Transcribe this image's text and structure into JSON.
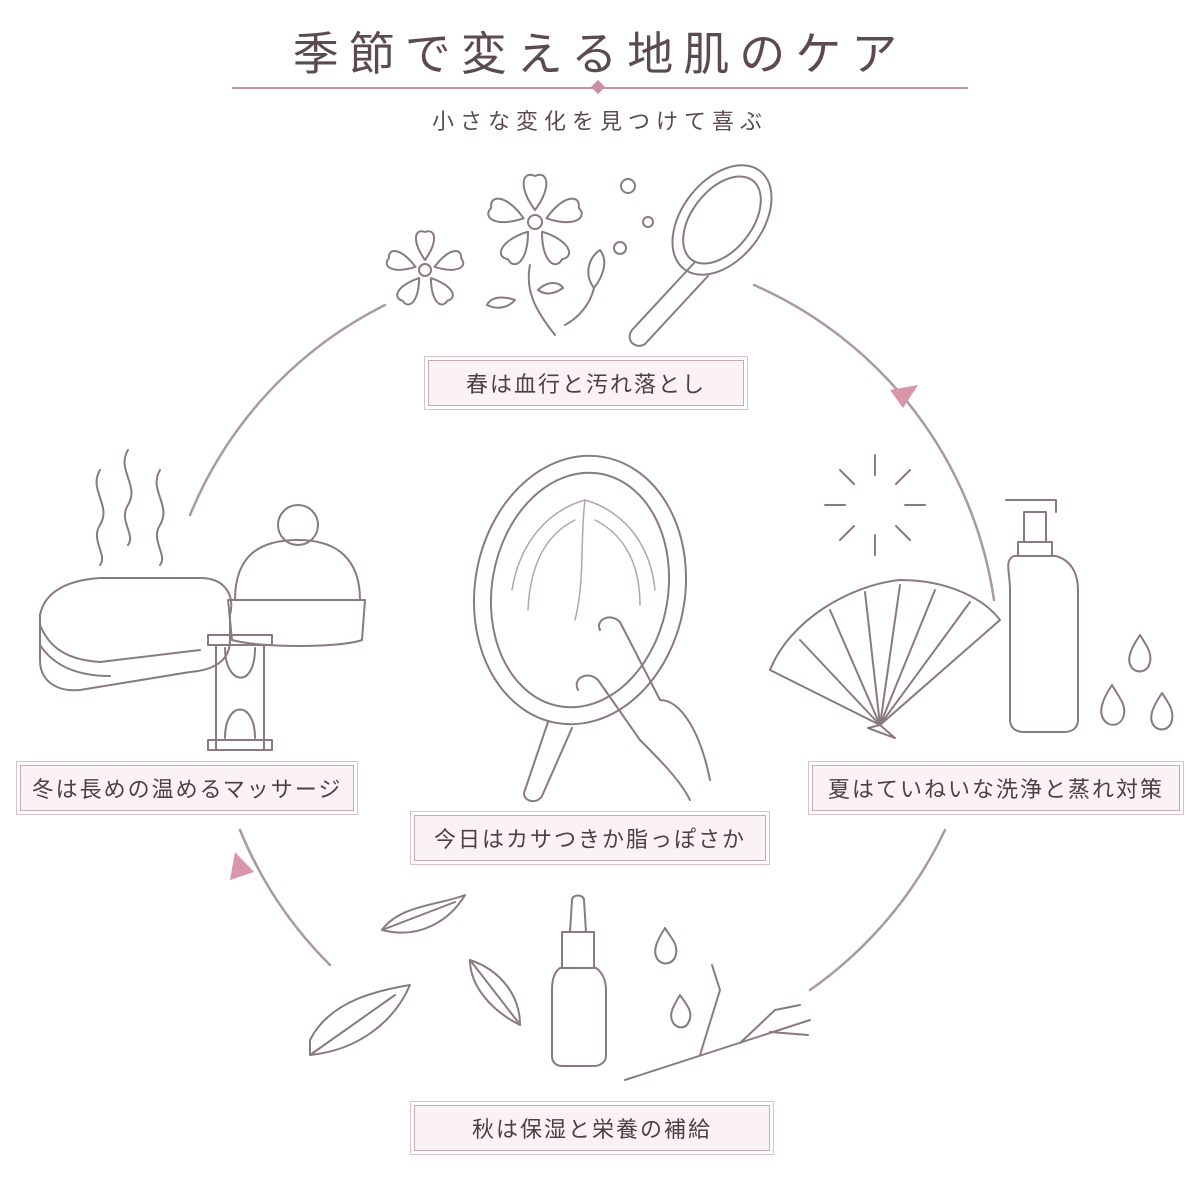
{
  "header": {
    "title": "季節で変える地肌のケア",
    "subtitle": "小さな変化を見つけて喜ぶ"
  },
  "labels": {
    "spring": "春は血行と汚れ落とし",
    "summer": "夏はていねいな洗浄と蒸れ対策",
    "autumn": "秋は保湿と栄養の補給",
    "winter": "冬は長めの温めるマッサージ",
    "center": "今日はカサつきか脂っぽさか"
  },
  "colors": {
    "accent": "#c9909f",
    "line": "#8a7a7d",
    "label_fill": "#fbf2f4",
    "label_border": "#c8aab2",
    "arrow": "#d996a8"
  },
  "icons": {
    "spring": [
      "sakura-flower-icon",
      "sakura-branch-icon",
      "hairbrush-icon",
      "bubbles-icon"
    ],
    "summer": [
      "sun-rays-icon",
      "folding-fan-icon",
      "pump-bottle-icon",
      "water-drops-icon"
    ],
    "autumn": [
      "falling-leaves-icon",
      "dropper-bottle-icon",
      "twig-icon",
      "oil-drops-icon"
    ],
    "winter": [
      "steam-icon",
      "folded-towel-icon",
      "knit-hat-icon",
      "hourglass-icon"
    ],
    "center": [
      "hand-mirror-icon",
      "scalp-hair-icon",
      "fingers-touch-icon"
    ]
  }
}
